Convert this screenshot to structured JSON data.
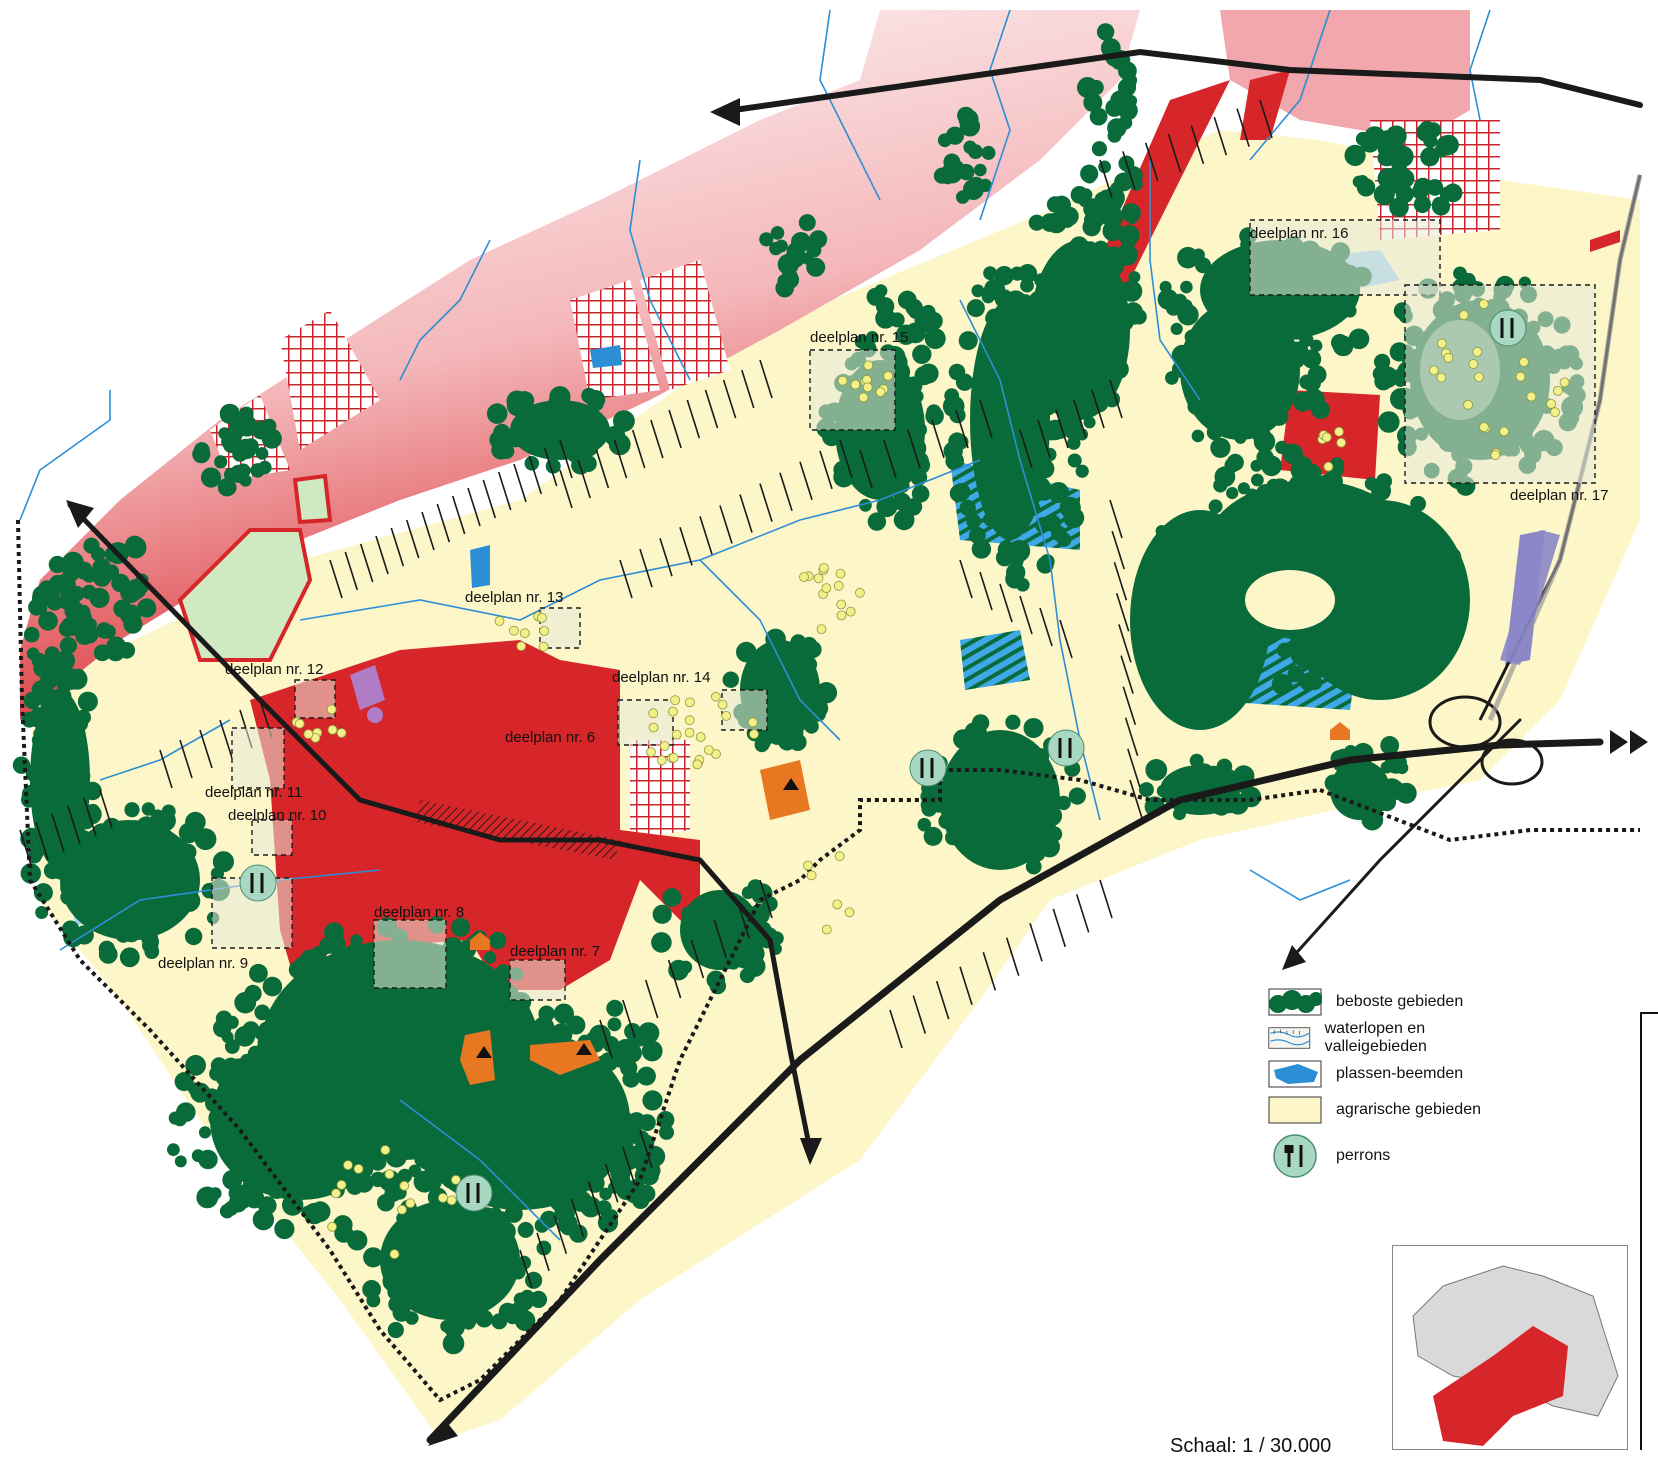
{
  "map": {
    "deelplan_labels": [
      {
        "id": "6",
        "text": "deelplan nr. 6"
      },
      {
        "id": "7",
        "text": "deelplan nr. 7"
      },
      {
        "id": "8",
        "text": "deelplan nr. 8"
      },
      {
        "id": "9",
        "text": "deelplan nr. 9"
      },
      {
        "id": "10",
        "text": "deelplan nr. 10"
      },
      {
        "id": "11",
        "text": "deelplan nr. 11"
      },
      {
        "id": "12",
        "text": "deelplan nr. 12"
      },
      {
        "id": "13",
        "text": "deelplan nr. 13"
      },
      {
        "id": "14",
        "text": "deelplan nr. 14"
      },
      {
        "id": "15",
        "text": "deelplan nr. 15"
      },
      {
        "id": "16",
        "text": "deelplan nr. 16"
      },
      {
        "id": "17",
        "text": "deelplan nr. 17"
      }
    ],
    "colors": {
      "forest": "#0a6b3a",
      "agriculture": "#fdf6c9",
      "urban": "#d7262a",
      "water": "#2c8fd6",
      "pond": "#3fa9e8",
      "hatch": "#c8232b",
      "road": "#1a1a1a",
      "marker_yellow": "#f3f08a",
      "marker_green": "#8cc63f",
      "orange": "#e87722",
      "purple": "#b07cc6",
      "lavender": "#8b87c8"
    }
  },
  "legend": {
    "items": [
      {
        "key": "beboste",
        "label": "beboste gebieden",
        "icon": "forest-swatch"
      },
      {
        "key": "waterlopen",
        "label": "waterlopen en valleigebieden",
        "icon": "stream-swatch"
      },
      {
        "key": "plassen",
        "label": "plassen-beemden",
        "icon": "pond-swatch"
      },
      {
        "key": "agrarisch",
        "label": "agrarische gebieden",
        "icon": "agriculture-swatch"
      },
      {
        "key": "perrons",
        "label": "perrons",
        "icon": "perron-icon"
      }
    ]
  },
  "scale": {
    "text": "Schaal: 1 / 30.000"
  }
}
